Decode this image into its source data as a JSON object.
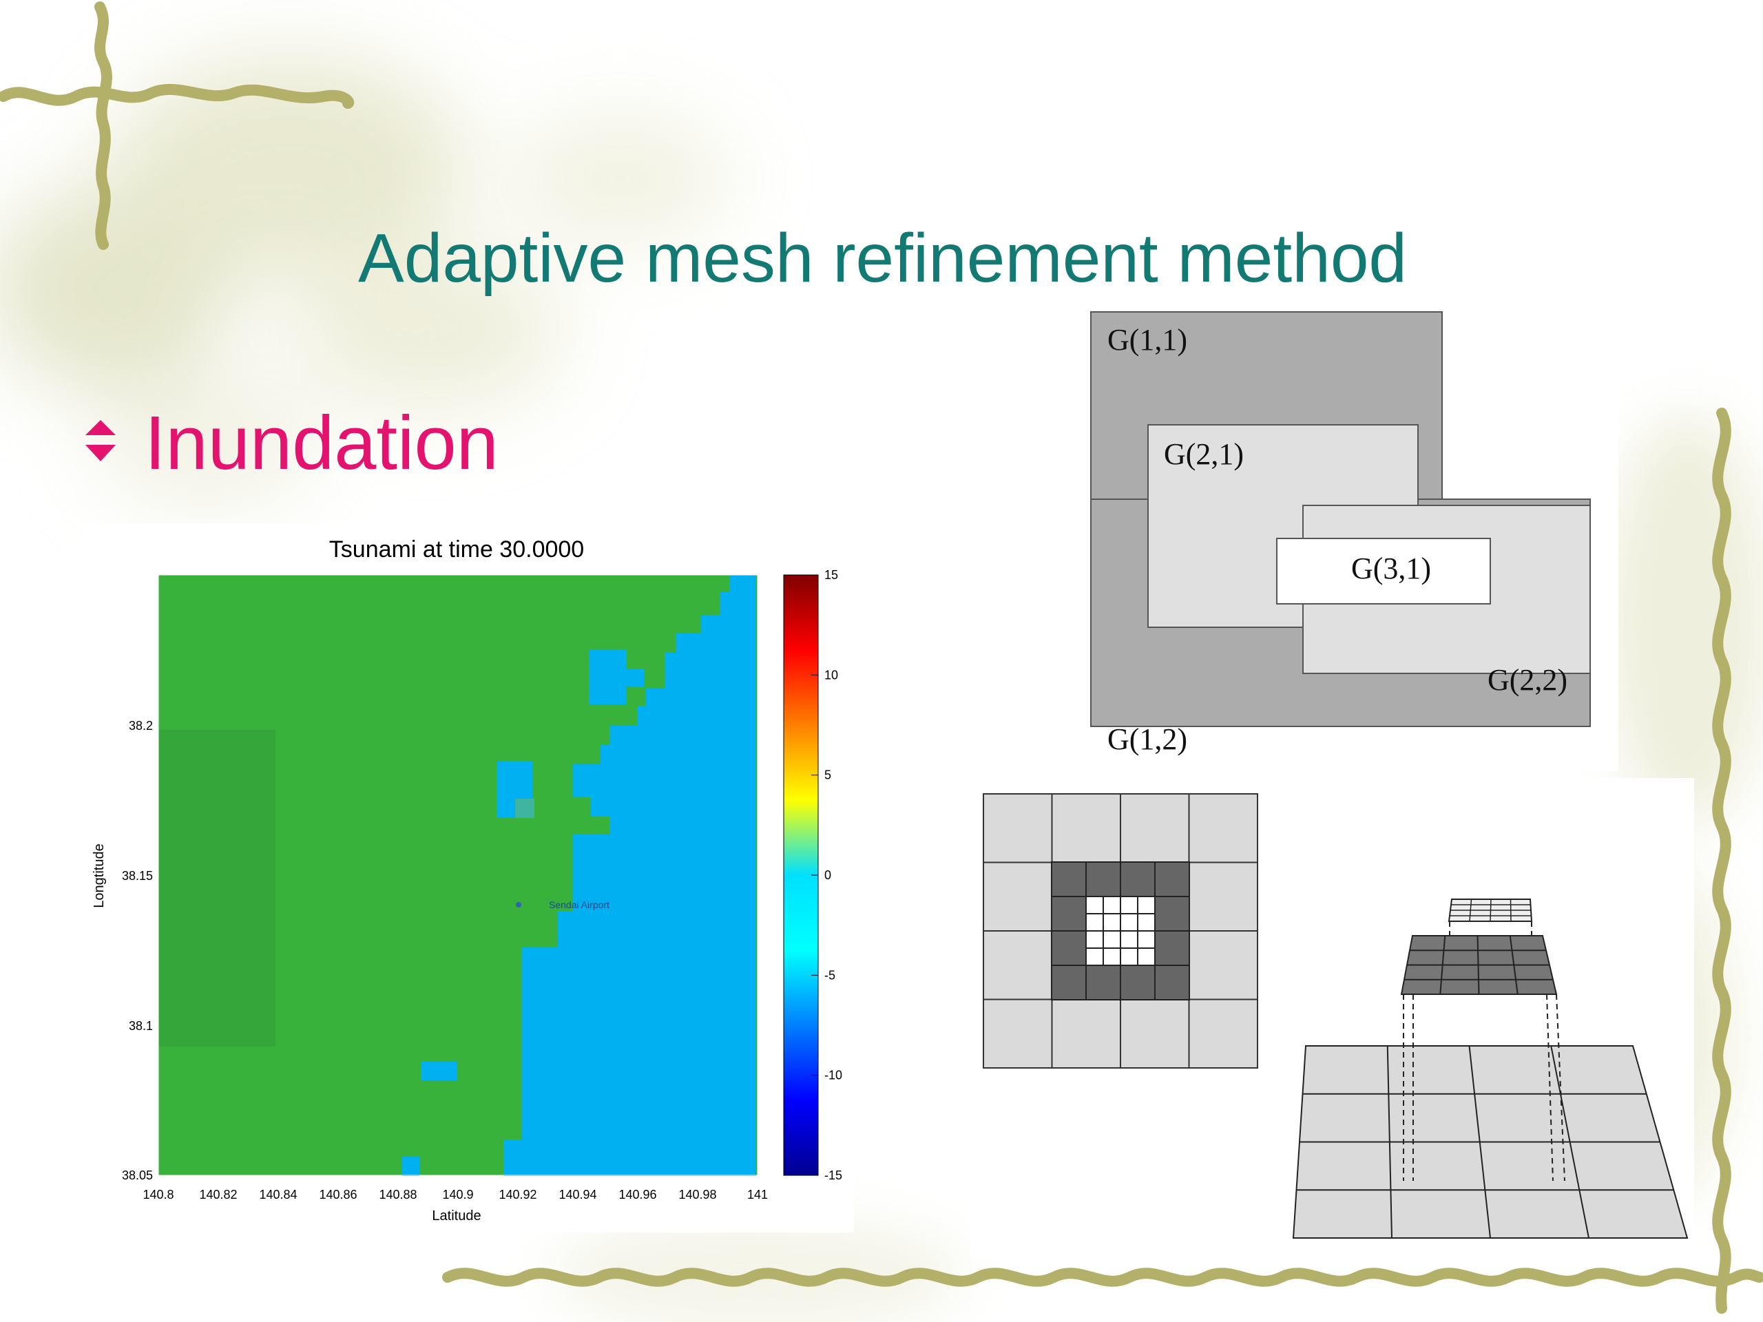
{
  "slide": {
    "title": "Adaptive mesh refinement method",
    "bullet": "Inundation"
  },
  "figure_map": {
    "title": "Tsunami at time  30.0000",
    "xlabel": "Latitude",
    "ylabel": "Longtitude",
    "x_ticks": [
      "140.8",
      "140.82",
      "140.84",
      "140.86",
      "140.88",
      "140.9",
      "140.92",
      "140.94",
      "140.96",
      "140.98",
      "141"
    ],
    "y_ticks": [
      "38.2",
      "38.15",
      "38.1",
      "38.05"
    ],
    "colorbar_ticks": [
      "15",
      "10",
      "5",
      "0",
      "-5",
      "-10",
      "-15"
    ],
    "marker_label": "Sendai Airport",
    "colors": {
      "land": "#39b23c",
      "water": "#00b0f0",
      "land_dark": "#2f8f37"
    }
  },
  "figure_grids": {
    "labels": [
      "G(1,1)",
      "G(2,1)",
      "G(3,1)",
      "G(2,2)",
      "G(1,2)"
    ]
  },
  "icons": [
    "diamond-bullet-icon",
    "vine-decoration-icon"
  ]
}
